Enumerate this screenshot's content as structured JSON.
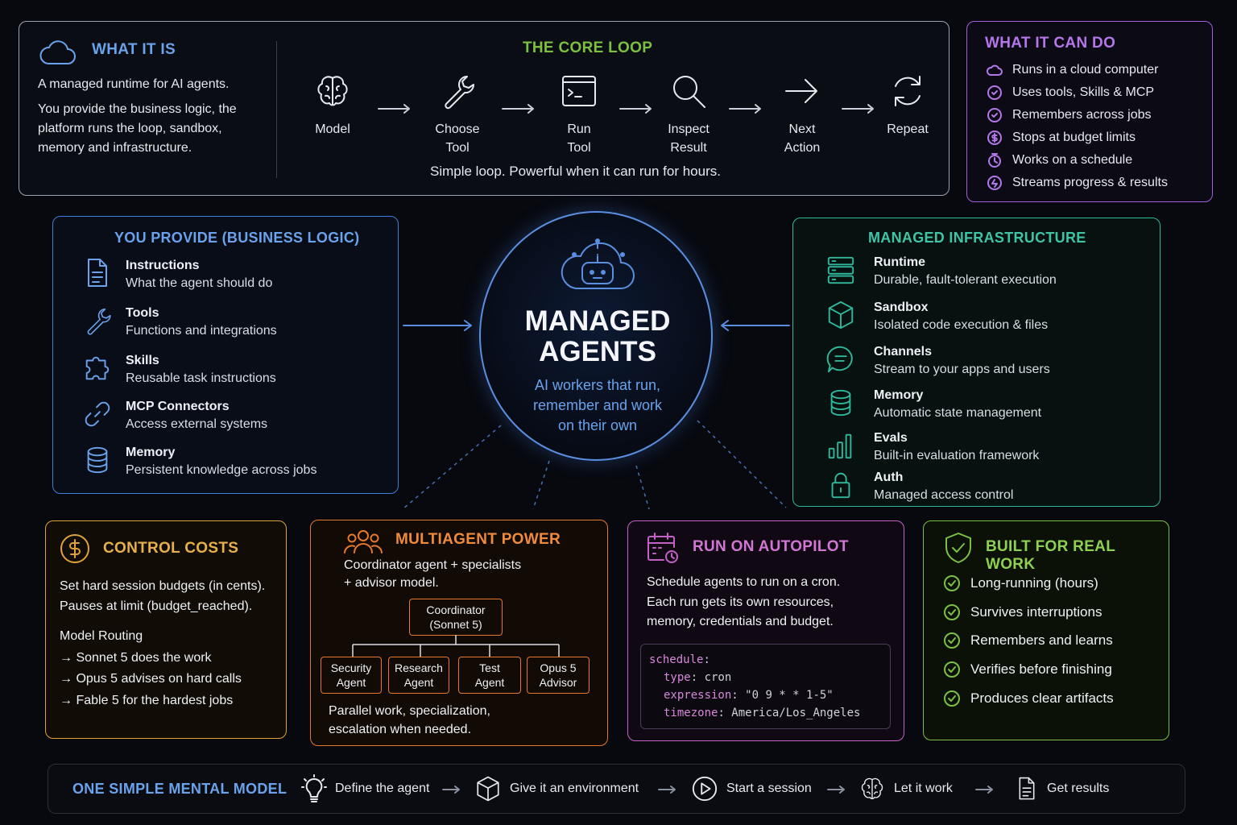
{
  "what_it_is": {
    "title": "WHAT IT IS",
    "line1": "A managed runtime for AI agents.",
    "line2": "You provide the business logic, the platform runs the loop, sandbox, memory and infrastructure."
  },
  "core_loop": {
    "title": "THE CORE LOOP",
    "steps": [
      {
        "line1": "Model",
        "line2": "",
        "icon": "brain-icon"
      },
      {
        "line1": "Choose",
        "line2": "Tool",
        "icon": "wrench-icon"
      },
      {
        "line1": "Run",
        "line2": "Tool",
        "icon": "terminal-icon"
      },
      {
        "line1": "Inspect",
        "line2": "Result",
        "icon": "search-icon"
      },
      {
        "line1": "Next",
        "line2": "Action",
        "icon": "arrow-right-icon"
      },
      {
        "line1": "Repeat",
        "line2": "",
        "icon": "refresh-icon"
      }
    ],
    "caption": "Simple loop. Powerful when it can run for hours."
  },
  "can_do": {
    "title": "WHAT IT CAN DO",
    "items": [
      "Runs in a cloud computer",
      "Uses tools, Skills & MCP",
      "Remembers across jobs",
      "Stops at budget limits",
      "Works on a schedule",
      "Streams progress & results"
    ]
  },
  "you_provide": {
    "title": "YOU PROVIDE (BUSINESS LOGIC)",
    "items": [
      {
        "title": "Instructions",
        "desc": "What the agent should do"
      },
      {
        "title": "Tools",
        "desc": "Functions and integrations"
      },
      {
        "title": "Skills",
        "desc": "Reusable task instructions"
      },
      {
        "title": "MCP Connectors",
        "desc": "Access external systems"
      },
      {
        "title": "Memory",
        "desc": "Persistent knowledge across jobs"
      }
    ]
  },
  "center": {
    "title1": "MANAGED",
    "title2": "AGENTS",
    "sub1": "AI workers that run,",
    "sub2": "remember and work",
    "sub3": "on their own"
  },
  "infra": {
    "title": "MANAGED INFRASTRUCTURE",
    "items": [
      {
        "title": "Runtime",
        "desc": "Durable, fault-tolerant execution"
      },
      {
        "title": "Sandbox",
        "desc": "Isolated code execution & files"
      },
      {
        "title": "Channels",
        "desc": "Stream to your apps and users"
      },
      {
        "title": "Memory",
        "desc": "Automatic state management"
      },
      {
        "title": "Evals",
        "desc": "Built-in evaluation framework"
      },
      {
        "title": "Auth",
        "desc": "Managed access control"
      }
    ]
  },
  "control_costs": {
    "title": "CONTROL COSTS",
    "line1": "Set hard session budgets (in cents).",
    "line2": "Pauses at limit (budget_reached).",
    "routing_title": "Model Routing",
    "routes": [
      "→ Sonnet 5 does the work",
      "→ Opus 5 advises on hard calls",
      "→ Fable 5 for the hardest jobs"
    ]
  },
  "multiagent": {
    "title": "MULTIAGENT POWER",
    "line1": "Coordinator agent + specialists",
    "line2": "+ advisor model.",
    "coordinator": {
      "line1": "Coordinator",
      "line2": "(Sonnet 5)"
    },
    "agents": [
      {
        "line1": "Security",
        "line2": "Agent"
      },
      {
        "line1": "Research",
        "line2": "Agent"
      },
      {
        "line1": "Test",
        "line2": "Agent"
      },
      {
        "line1": "Opus 5",
        "line2": "Advisor"
      }
    ],
    "footer1": "Parallel work, specialization,",
    "footer2": "escalation when needed."
  },
  "autopilot": {
    "title": "RUN ON AUTOPILOT",
    "line1": "Schedule agents to run on a cron.",
    "line2": "Each run gets its own resources,",
    "line3": "memory, credentials and budget.",
    "code": {
      "k0": "schedule",
      "k1": "type",
      "v1": "cron",
      "k2": "expression",
      "v2": "\"0 9 * * 1-5\"",
      "k3": "timezone",
      "v3": "America/Los_Angeles"
    }
  },
  "real_work": {
    "title": "BUILT FOR REAL WORK",
    "items": [
      "Long-running (hours)",
      "Survives interruptions",
      "Remembers and learns",
      "Verifies before finishing",
      "Produces clear artifacts"
    ]
  },
  "mental_model": {
    "title": "ONE SIMPLE MENTAL MODEL",
    "steps": [
      "Define the agent",
      "Give it an environment",
      "Start a session",
      "Let it work",
      "Get results"
    ]
  },
  "colors": {
    "blue": "#6aa3ec",
    "green": "#7cc043",
    "purple": "#a45ee0",
    "teal": "#2fb89c",
    "gold": "#e0a13a",
    "orange": "#e5782a",
    "pink": "#c560c6"
  }
}
